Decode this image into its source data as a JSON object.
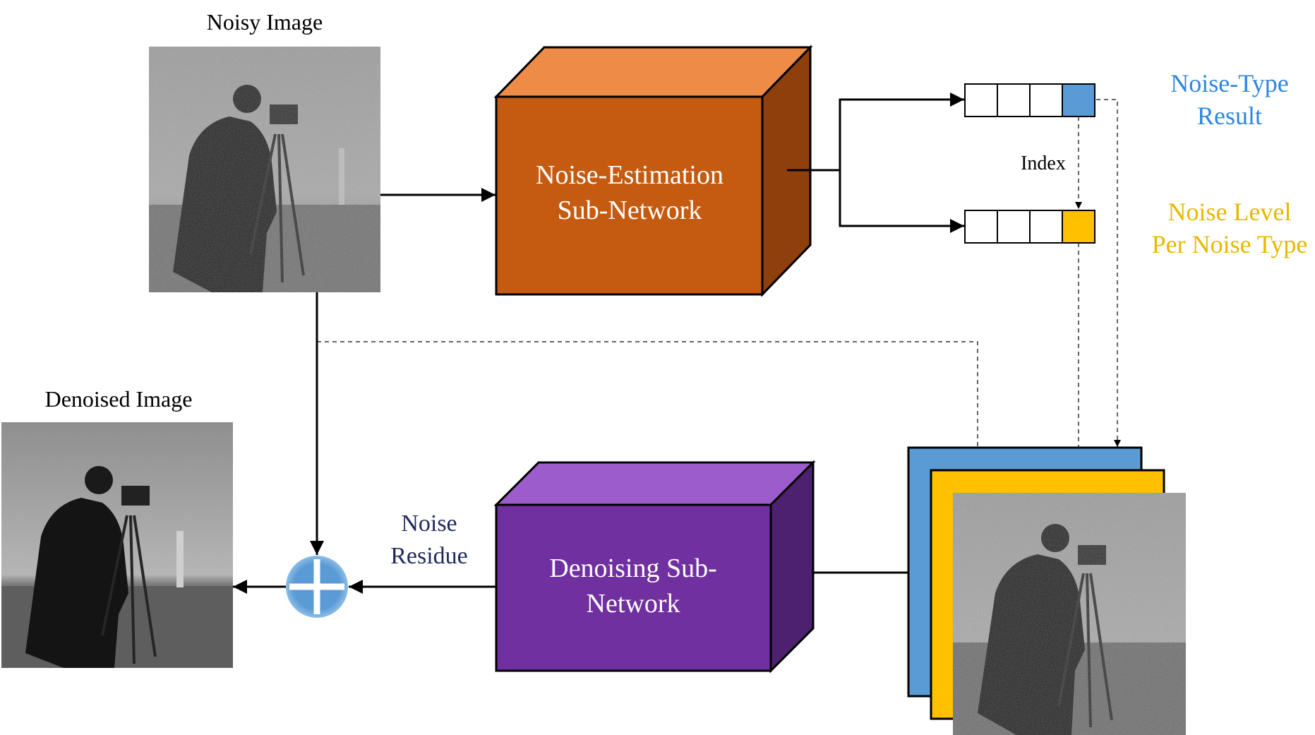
{
  "labels": {
    "noisy_image": "Noisy Image",
    "denoised_image": "Denoised Image",
    "estimation_line1": "Noise-Estimation",
    "estimation_line2": "Sub-Network",
    "denoising_line1": "Denoising Sub-",
    "denoising_line2": "Network",
    "noise_type_line1": "Noise-Type",
    "noise_type_line2": "Result",
    "noise_level_line1": "Noise Level",
    "noise_level_line2": "Per Noise Type",
    "index": "Index",
    "residue_line1": "Noise",
    "residue_line2": "Residue"
  },
  "colors": {
    "orange_front": "#C55A11",
    "orange_top": "#ED8B47",
    "orange_side": "#8F3F0C",
    "purple_front": "#7030A0",
    "purple_top": "#9C5CCB",
    "purple_side": "#4E2170",
    "blue": "#5B9BD5",
    "gold": "#FFC000",
    "noise_type_text": "#2E86DE",
    "noise_level_text": "#E6B800",
    "residue_text": "#1F2A5C"
  },
  "icons": {
    "sum_node": "plus-circle-icon"
  }
}
